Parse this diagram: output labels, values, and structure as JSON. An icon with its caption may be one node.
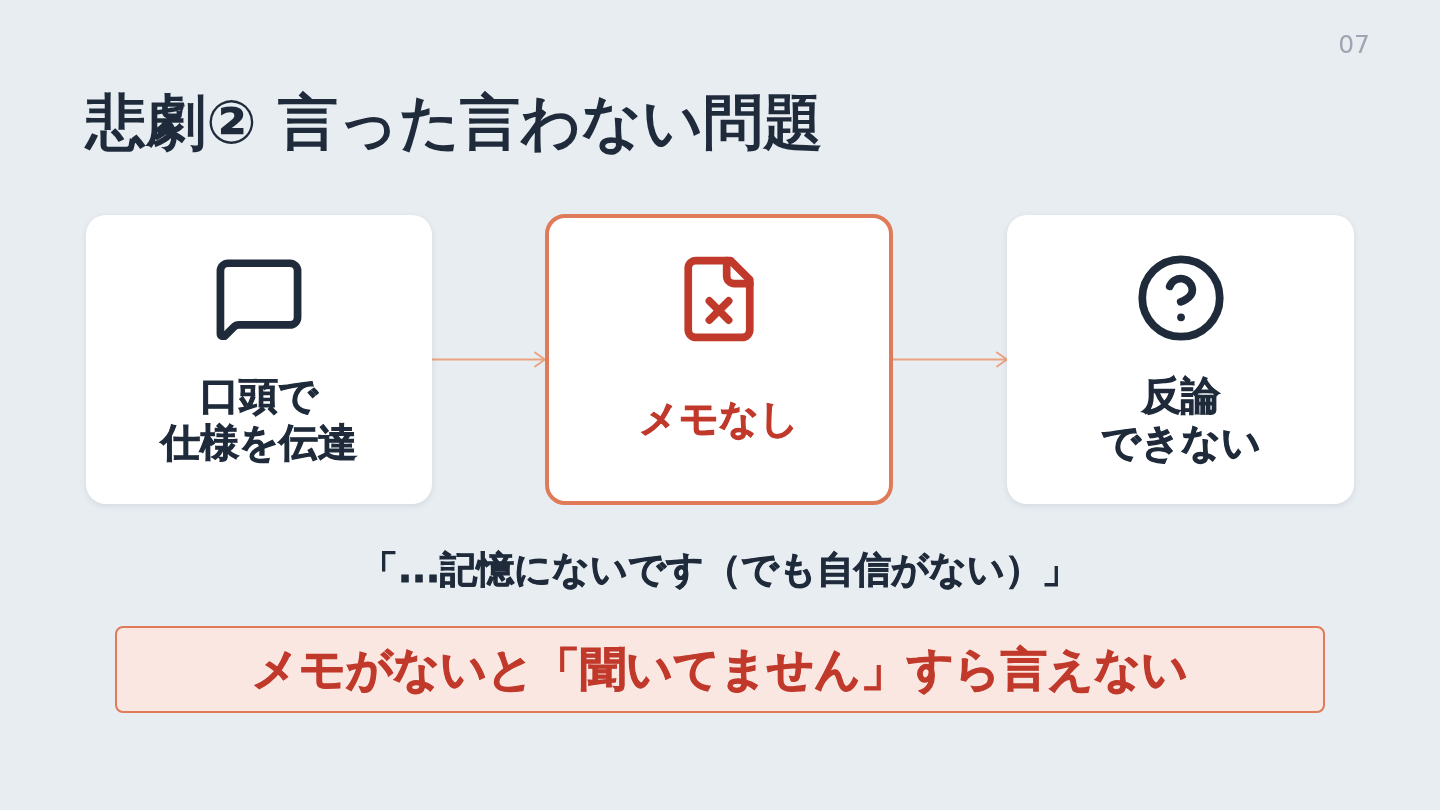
{
  "diagram": {
    "title": "悲劇② 言った言わない問題",
    "nodes": [
      {
        "text": [
          "口頭で仕様を伝達"
        ]
      },
      {
        "text": [
          "メモなし"
        ]
      },
      {
        "text": [
          "反論できない"
        ]
      },
      {
        "text": [
          "メモがないと「聞いてません」すら言えない"
        ]
      }
    ],
    "edges": [
      {
        "from": 0,
        "to": 1,
        "arrow": "to"
      },
      {
        "from": 1,
        "to": 2,
        "arrow": "to"
      }
    ],
    "labels": [
      "07",
      "「...記憶にないです（でも自信がない）」"
    ]
  }
}
